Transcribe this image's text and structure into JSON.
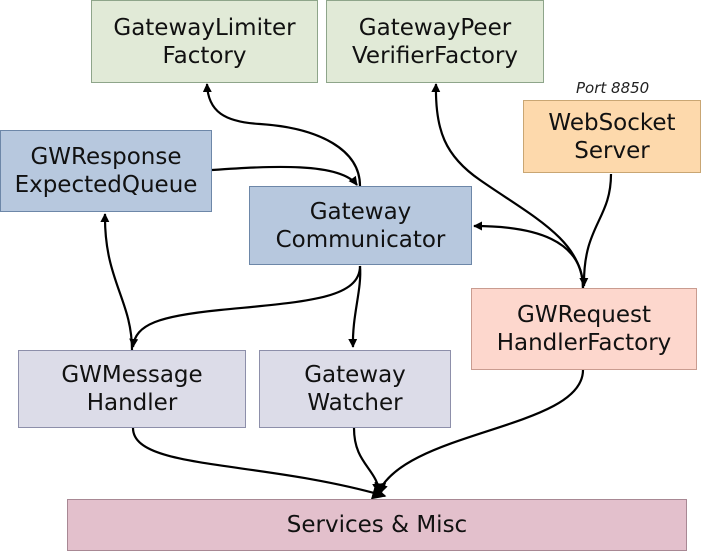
{
  "nodes": {
    "limiter": {
      "line1": "GatewayLimiter",
      "line2": "Factory"
    },
    "peer": {
      "line1": "GatewayPeer",
      "line2": "VerifierFactory"
    },
    "websocket": {
      "line1": "WebSocket",
      "line2": "Server",
      "note": "Port 8850"
    },
    "queue": {
      "line1": "GWResponse",
      "line2": "ExpectedQueue"
    },
    "comm": {
      "line1": "Gateway",
      "line2": "Communicator"
    },
    "reqhandler": {
      "line1": "GWRequest",
      "line2": "HandlerFactory"
    },
    "msghandler": {
      "line1": "GWMessage",
      "line2": "Handler"
    },
    "watcher": {
      "line1": "Gateway",
      "line2": "Watcher"
    },
    "services": {
      "line1": "Services & Misc"
    }
  },
  "colors": {
    "green": "#e1ead7",
    "blue": "#b7c8de",
    "lavender": "#dcdce8",
    "orange": "#fdd9ac",
    "pink": "#fdd7cd",
    "mauve": "#e3c0cc",
    "edge": "#000000"
  }
}
